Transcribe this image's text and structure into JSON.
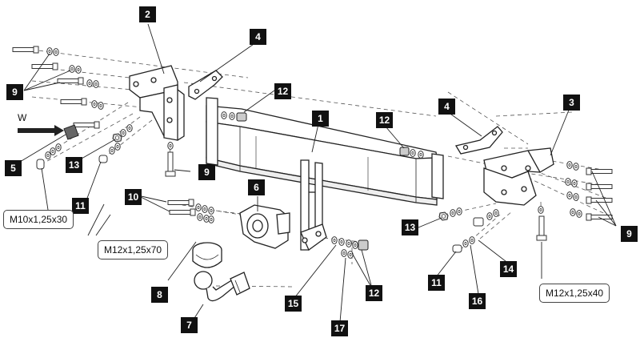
{
  "callouts": {
    "c1": "1",
    "c2": "2",
    "c3": "3",
    "c4a": "4",
    "c4b": "4",
    "c5": "5",
    "c6": "6",
    "c7": "7",
    "c8": "8",
    "c9a": "9",
    "c9b": "9",
    "c9c": "9",
    "c10": "10",
    "c11a": "11",
    "c11b": "11",
    "c12a": "12",
    "c12b": "12",
    "c12c": "12",
    "c13a": "13",
    "c13b": "13",
    "c14": "14",
    "c15": "15",
    "c16": "16",
    "c17": "17"
  },
  "bolt_labels": {
    "m10_30": "M10x1,25x30",
    "m12_70": "M12x1,25x70",
    "m12_40": "M12x1,25x40"
  },
  "w_label": "W"
}
